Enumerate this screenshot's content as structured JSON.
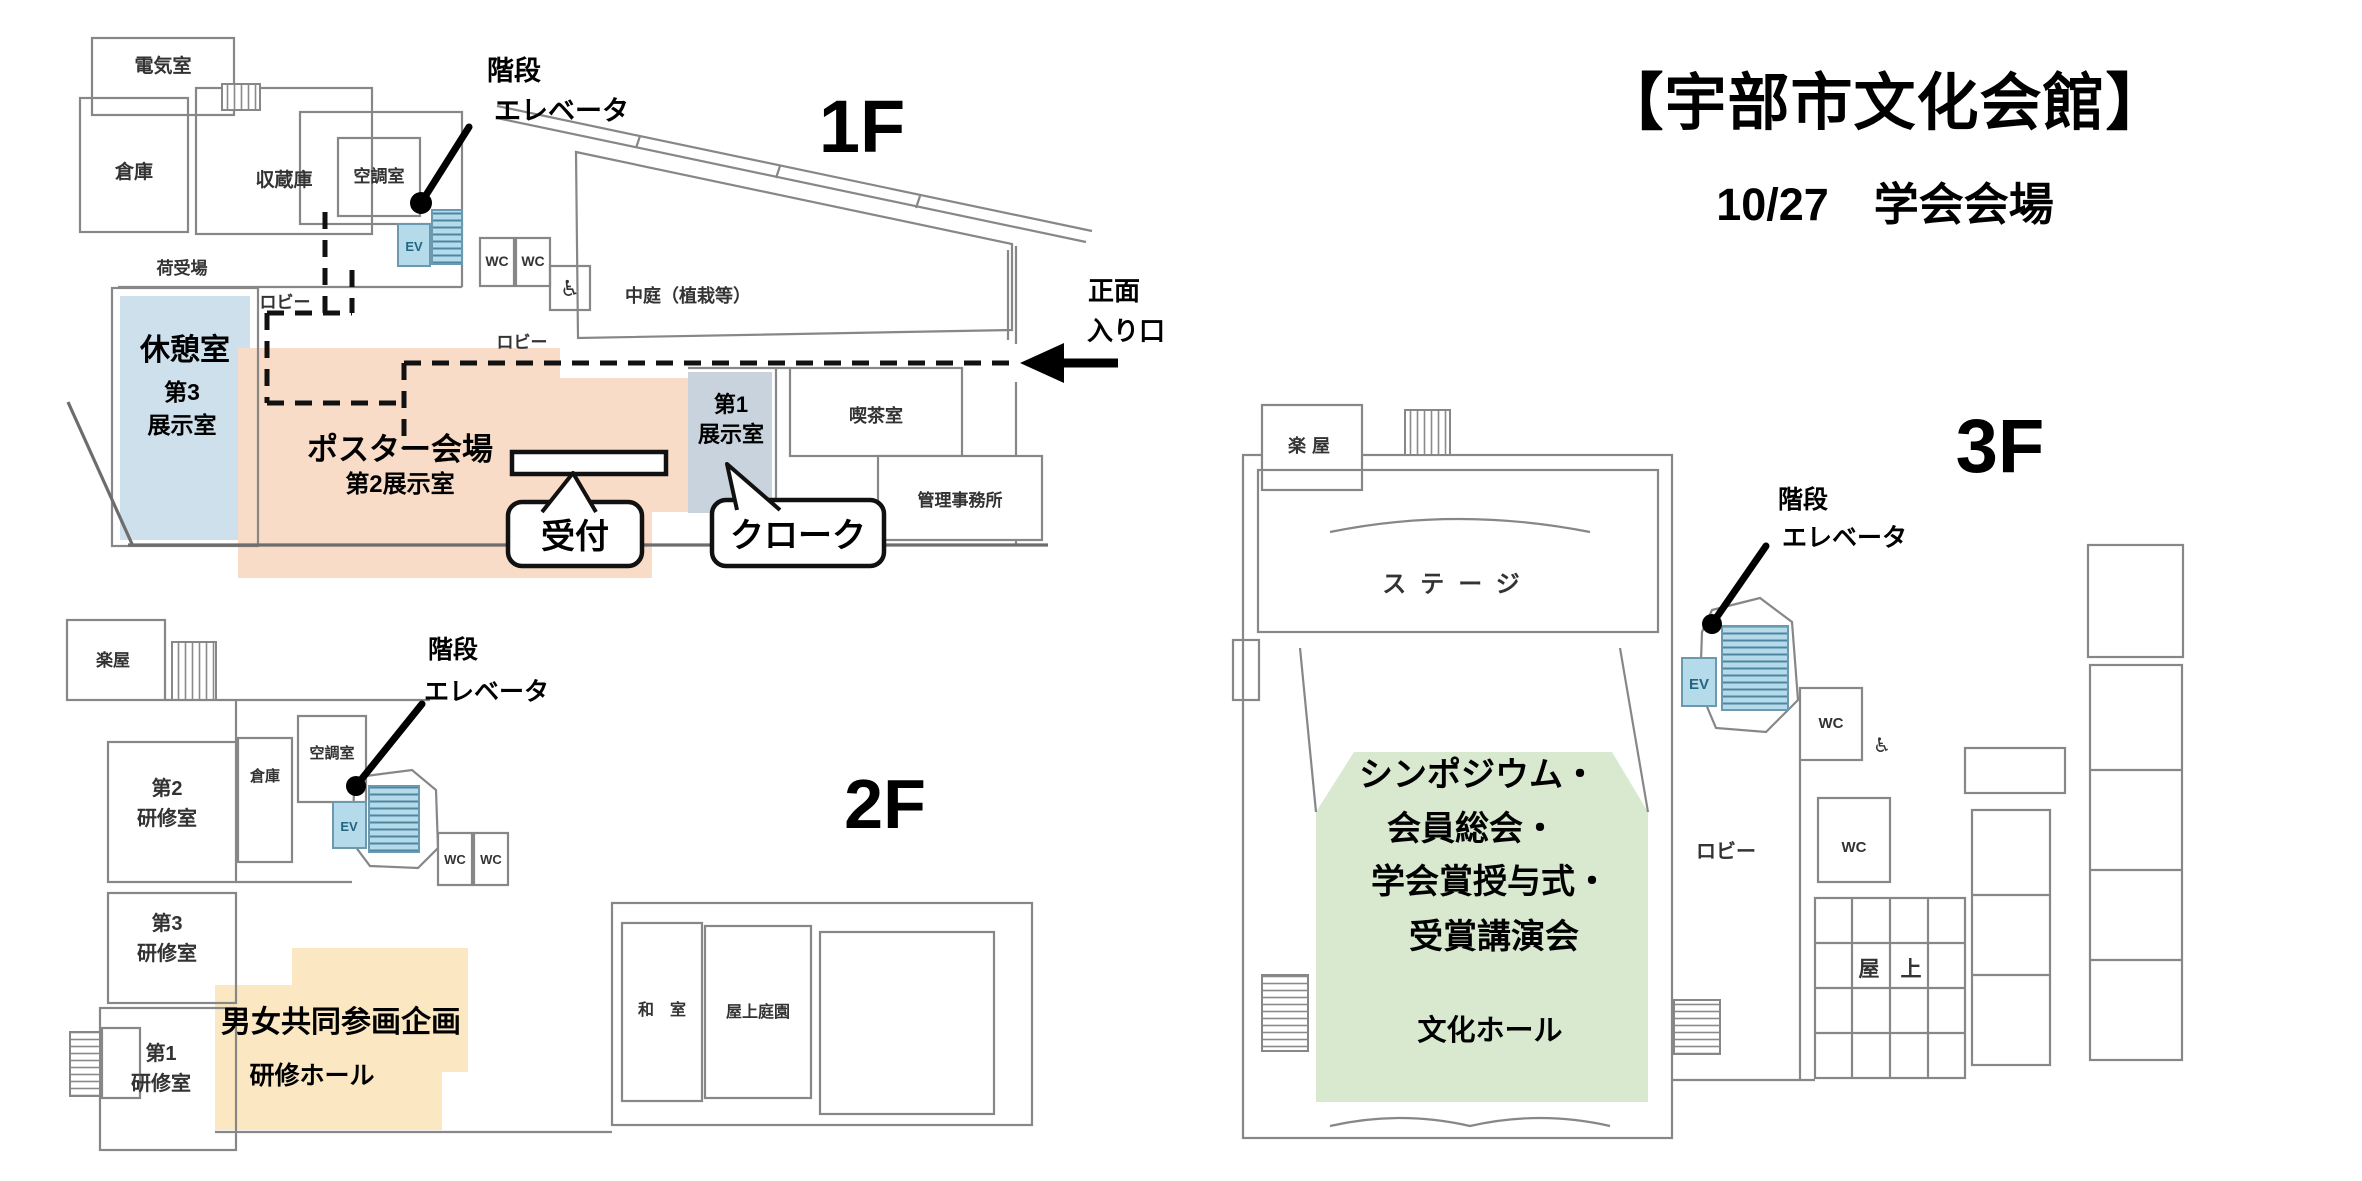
{
  "header": {
    "title": "【宇部市文化会館】",
    "subtitle": "10/27　学会会場"
  },
  "colors": {
    "stairs_elevator": "#b5dbeb",
    "rest_room_zone": "#cfe0ed",
    "poster_zone": "#f8dcc7",
    "exhibit1_zone": "#c9d3de",
    "training_hall_zone": "#fbe8c2",
    "culture_hall_zone": "#d9e9d0"
  },
  "floors": {
    "f1": {
      "label": "1F",
      "stairs_note": [
        "階段",
        "エレベータ"
      ],
      "entrance_note": [
        "正面",
        "入り口"
      ],
      "rooms": {
        "electrical": "電気室",
        "warehouse": "倉庫",
        "repository": "収蔵庫",
        "hvac": "空調室",
        "loading": "荷受場",
        "lobby1": "ロビー",
        "lobby2": "ロビー",
        "wc1": "WC",
        "wc2": "WC",
        "wheelchair": "♿",
        "courtyard": "中庭（植栽等）",
        "cafe": "喫茶室",
        "office": "管理事務所",
        "ev": "EV"
      },
      "zones": {
        "rest": {
          "title": "休憩室",
          "line1": "第3",
          "line2": "展示室"
        },
        "poster": {
          "title": "ポスター会場",
          "sub": "第2展示室"
        },
        "exhibit1": {
          "line1": "第1",
          "line2": "展示室"
        }
      },
      "callouts": {
        "reception": "受付",
        "cloak": "クローク"
      }
    },
    "f2": {
      "label": "2F",
      "stairs_note": [
        "階段",
        "エレベータ"
      ],
      "rooms": {
        "gakuya": "楽屋",
        "warehouse": "倉庫",
        "hvac": "空調室",
        "t2a": "第2",
        "t2b": "研修室",
        "t3a": "第3",
        "t3b": "研修室",
        "t1a": "第1",
        "t1b": "研修室",
        "washitsu": "和　室",
        "roofgarden": "屋上庭園",
        "wc1": "WC",
        "wc2": "WC",
        "ev": "EV"
      },
      "zones": {
        "hall": {
          "title": "男女共同参画企画",
          "sub": "研修ホール"
        }
      }
    },
    "f3": {
      "label": "3F",
      "stairs_note": [
        "階段",
        "エレベータ"
      ],
      "rooms": {
        "gakuya": "楽屋",
        "stage": "ステージ",
        "lobby": "ロビー",
        "wc1": "WC",
        "wc2": "WC",
        "wheelchair": "♿",
        "rooftop": "屋　上",
        "ev": "EV"
      },
      "zones": {
        "hall": {
          "line1": "シンポジウム・",
          "line2": "会員総会・",
          "line3": "学会賞授与式・",
          "line4": "受賞講演会",
          "name": "文化ホール"
        }
      }
    }
  }
}
